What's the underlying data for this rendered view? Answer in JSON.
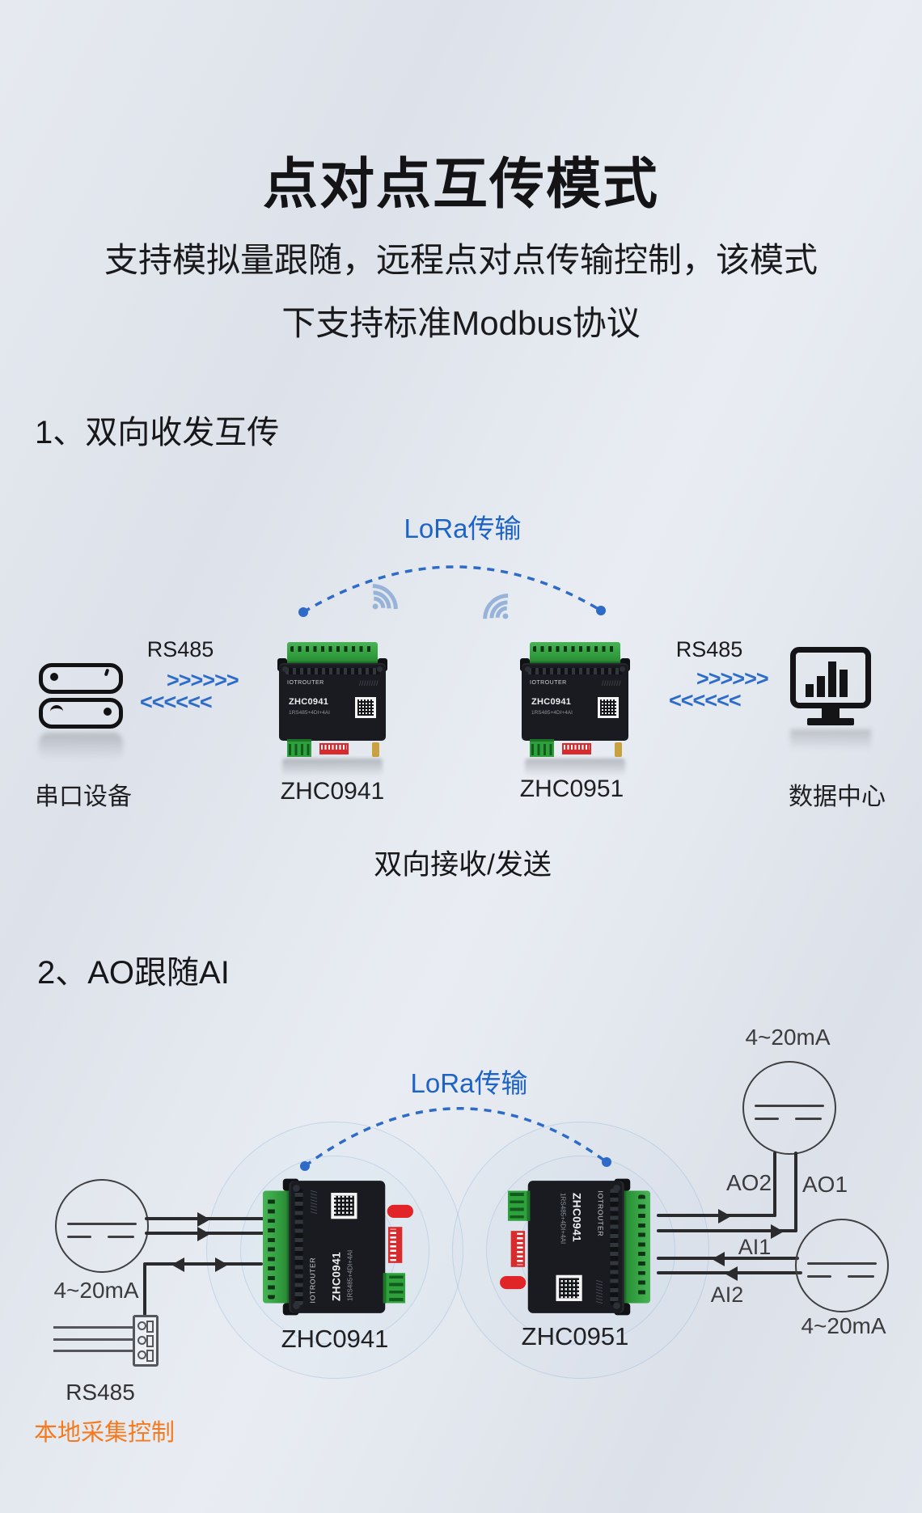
{
  "title": {
    "main": "点对点互传模式",
    "subtitle_line1": "支持模拟量跟随，远程点对点传输控制，该模式",
    "subtitle_line2": "下支持标准Modbus协议"
  },
  "section1": {
    "heading": "1、双向收发互传",
    "lora_label": "LoRa传输",
    "rs485_left": "RS485",
    "rs485_right": "RS485",
    "chevrons_forward": ">>>>>>",
    "chevrons_back": "<<<<<<",
    "captions": {
      "serial_device": "串口设备",
      "device1": "ZHC0941",
      "device2": "ZHC0951",
      "data_center": "数据中心"
    },
    "bottom_note": "双向接收/发送"
  },
  "section2": {
    "heading": "2、AO跟随AI",
    "lora_label": "LoRa传输",
    "sensor_top_label": "4~20mA",
    "sensor_left_label": "4~20mA",
    "sensor_right_label": "4~20mA",
    "ao2_label": "AO2",
    "ao1_label": "AO1",
    "ai1_label": "AI1",
    "ai2_label": "AI2",
    "captions": {
      "device1": "ZHC0941",
      "device2": "ZHC0951"
    },
    "rs485_label": "RS485",
    "local_control_label": "本地采集控制"
  },
  "device": {
    "brand": "IOTROUTER",
    "model": "ZHC0941",
    "spec": "1RS485+4DI+4AI",
    "hatch": "////////"
  },
  "colors": {
    "accent_blue": "#1e63c6",
    "chevron_blue": "#2d6cc8",
    "orange": "#f47a1f",
    "line_dark": "#2b2b2d"
  }
}
